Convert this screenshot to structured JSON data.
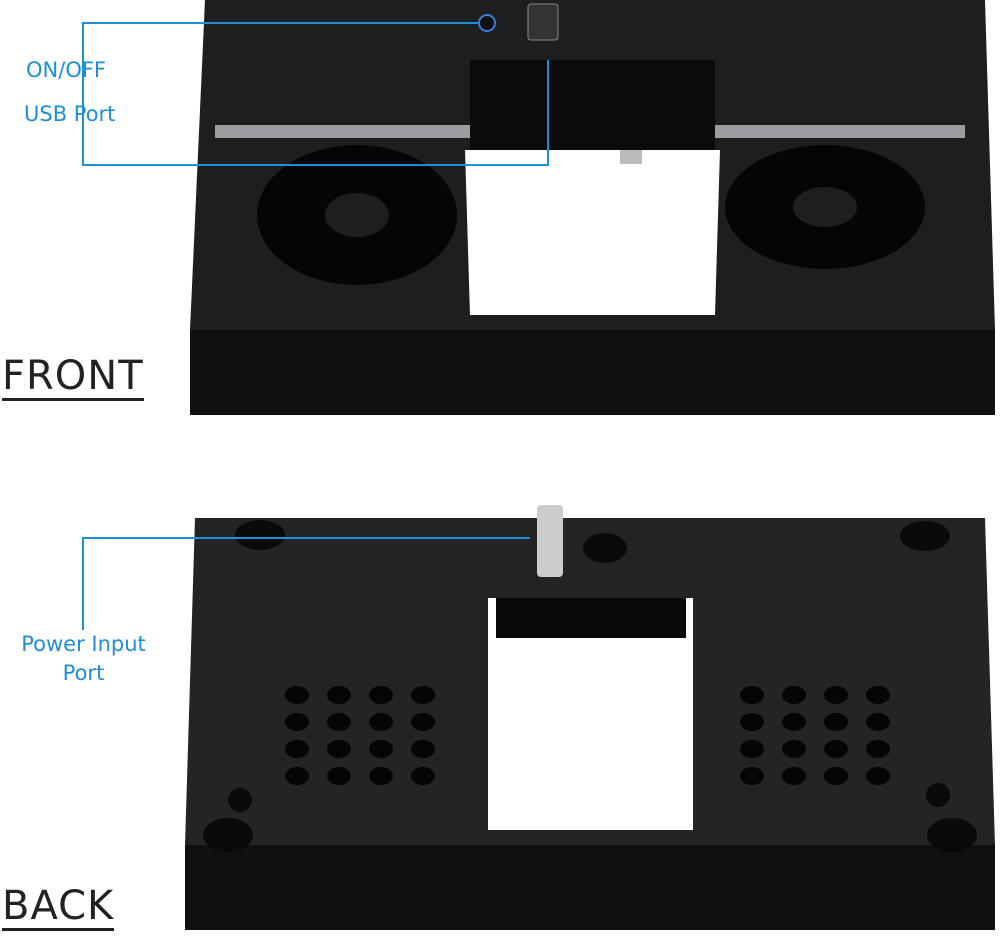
{
  "callouts": {
    "on_off": "ON/OFF",
    "usb_port": "USB Port",
    "power_input_line1": "Power Input",
    "power_input_line2": "Port"
  },
  "sections": {
    "front": "FRONT",
    "back": "BACK"
  },
  "colors": {
    "callout": "#1e8fd6",
    "device": "#1b1c1e",
    "device_side": "#0f1011"
  }
}
